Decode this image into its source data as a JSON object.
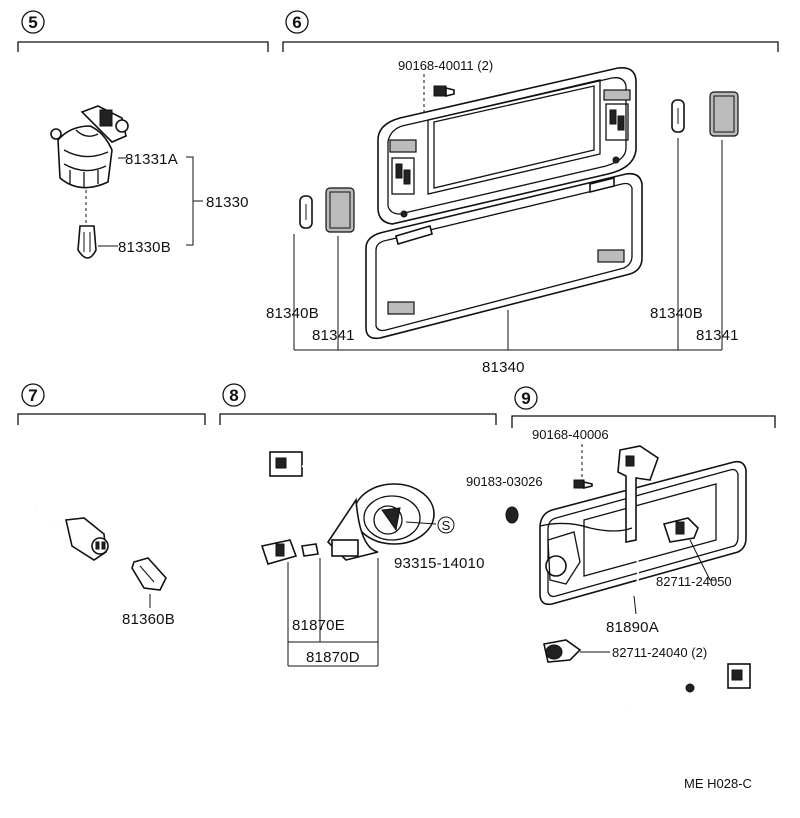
{
  "sections": [
    {
      "id": "5",
      "labels": [
        "81331A",
        "81330",
        "81330B"
      ]
    },
    {
      "id": "6",
      "labels": [
        "90168-40011 (2)",
        "81340B",
        "81341",
        "81340B",
        "81341",
        "81340"
      ]
    },
    {
      "id": "7",
      "labels": [
        "81360B"
      ]
    },
    {
      "id": "8",
      "labels": [
        "93315-14010",
        "81870E",
        "81870D"
      ],
      "symbol": "S"
    },
    {
      "id": "9",
      "labels": [
        "90168-40006",
        "90183-03026",
        "82711-24050",
        "81890A",
        "82711-24040 (2)"
      ]
    }
  ],
  "code": "ME H028-C"
}
